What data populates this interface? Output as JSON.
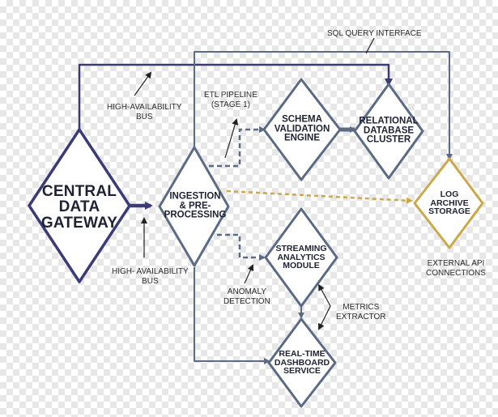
{
  "nodes": {
    "central": "CENTRAL\nDATA\nGATEWAY",
    "ingestion": "INGESTION\n& PRE-\nPROCESSING",
    "schema": "SCHEMA\nVALIDATION\nENGINE",
    "relational": "RELATIONAL\nDATABASE\nCLUSTER",
    "log": "LOG\nARCHIVE\nSTORAGE",
    "streaming": "STREAMING\nANALYTICS\nMODULE",
    "dashboard": "REAL-TIME\nDASHBOARD\nSERVICE"
  },
  "annotations": {
    "sql_query": "SQL QUERY INTERFACE",
    "ha_bus_top": "HIGH-AVAILABILITY\nBUS",
    "ha_bus_bottom": "HIGH- AVAILABILITY\nBUS",
    "etl": "ETL PIPELINE\n(STAGE 1)",
    "anomaly": "ANOMALY\nDETECTION",
    "metrics": "METRICS\nEXTRACTOR",
    "external_api": "EXTERNAL API\nCONNECTIONS"
  },
  "colors": {
    "navy": "#3b3b78",
    "slate": "#5c6b85",
    "gold": "#c9a94a",
    "text": "#1e2233"
  }
}
